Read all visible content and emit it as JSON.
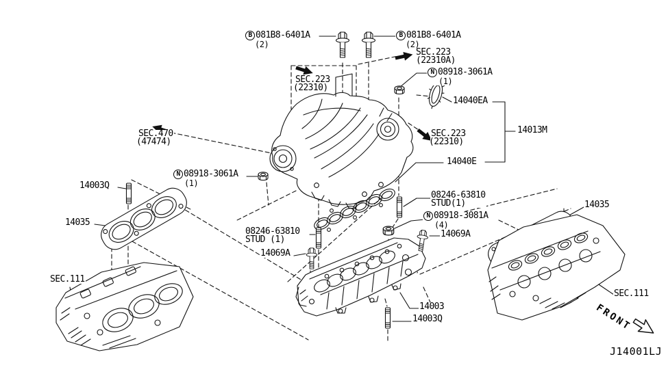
{
  "footer": {
    "front": "FRONT",
    "code": "J14001LJ"
  },
  "colors": {
    "ink": "#111111",
    "paper": "#ffffff"
  },
  "labels": {
    "bolt_top_left": {
      "prefix": "B",
      "part": "081B8-6401A",
      "qty": "(2)"
    },
    "bolt_top_right": {
      "prefix": "B",
      "part": "081B8-6401A",
      "qty": "(2)"
    },
    "sec223_throttle": {
      "sec": "SEC.223",
      "ref": "(22310A)"
    },
    "sec223_mid_left": {
      "sec": "SEC.223",
      "ref": "(22310)"
    },
    "sec223_mid_right": {
      "sec": "SEC.223",
      "ref": "(22310)"
    },
    "sec470": {
      "sec": "SEC.470",
      "ref": "(47474)"
    },
    "sec111_left": {
      "sec": "SEC.111"
    },
    "sec111_right": {
      "sec": "SEC.111"
    },
    "nut_upper": {
      "prefix": "N",
      "part": "08918-3061A",
      "qty": "(1)"
    },
    "nut_mid": {
      "prefix": "N",
      "part": "08918-3061A",
      "qty": "(1)"
    },
    "nut_lower": {
      "prefix": "N",
      "part": "08918-3081A",
      "qty": "(4)"
    },
    "gasket_ring": {
      "part": "14040EA"
    },
    "manifold_assy": {
      "part": "14013M"
    },
    "gasket_upper": {
      "part": "14040E"
    },
    "stud_upper": {
      "part": "14003Q"
    },
    "stud_lower": {
      "part": "14003Q"
    },
    "gasket_left": {
      "part": "14035"
    },
    "gasket_right": {
      "part": "14035"
    },
    "stud_kit_left": {
      "part": "08246-63810",
      "desc": "STUD (1)"
    },
    "stud_kit_right": {
      "part": "08246-63810",
      "desc": "STUD(1)"
    },
    "bolt_lower_left": {
      "part": "14069A"
    },
    "bolt_lower_right": {
      "part": "14069A"
    },
    "manifold_lower": {
      "part": "14003"
    }
  }
}
